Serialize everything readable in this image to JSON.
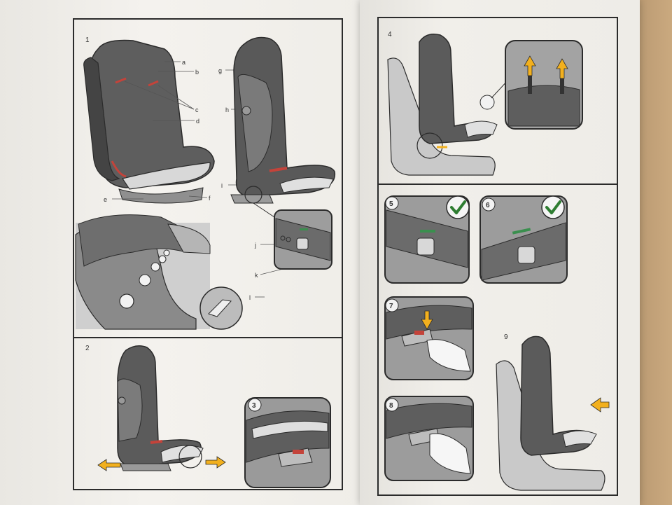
{
  "manual": {
    "left_page": {
      "step1": {
        "number": "1"
      },
      "labels": [
        "a",
        "b",
        "c",
        "d",
        "e",
        "f",
        "g",
        "h",
        "i",
        "j",
        "k",
        "l"
      ],
      "step2": {
        "number": "2"
      },
      "step3": {
        "number": "3"
      }
    },
    "right_page": {
      "step4": {
        "number": "4"
      },
      "step5": {
        "number": "5"
      },
      "step6": {
        "number": "6"
      },
      "step7": {
        "number": "7"
      },
      "step8": {
        "number": "8"
      },
      "step9": {
        "number": "9"
      }
    }
  },
  "colors": {
    "seat_dark": "#5b5b5b",
    "seat_mid": "#7d7d7d",
    "seat_light": "#a9a9a9",
    "panel_gray": "#bdbdbd",
    "accent_red": "#c4433a",
    "arrow_yellow": "#f2b01e",
    "check_green": "#2e7d32",
    "indicator_green": "#3a8f4e"
  },
  "icons": [
    "check-icon",
    "arrow-left-icon",
    "arrow-right-icon",
    "arrow-up-icon",
    "arrow-down-icon",
    "hand-icon"
  ]
}
